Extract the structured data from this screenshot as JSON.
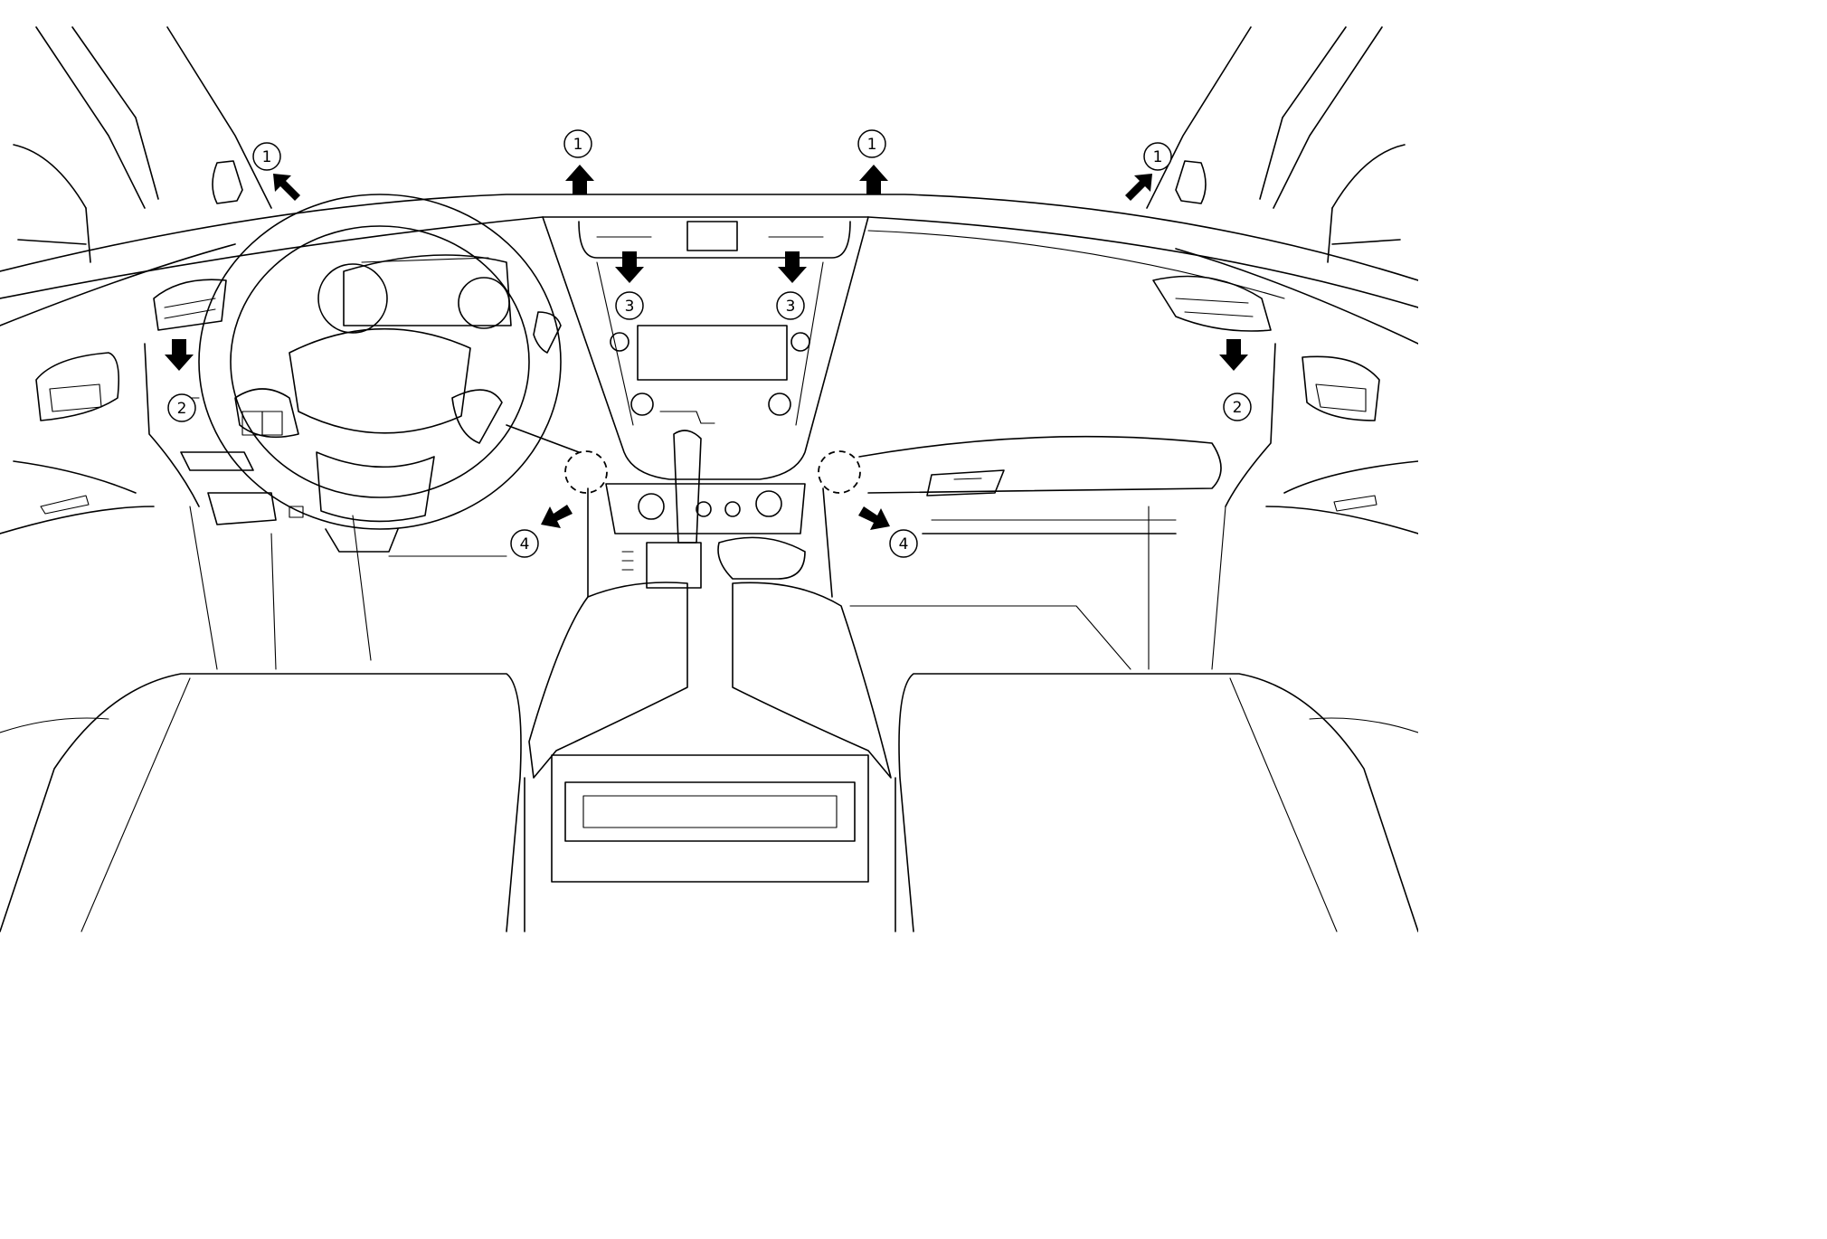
{
  "diagram": {
    "callouts": [
      {
        "id": "vent-side-demister-left",
        "label": "1"
      },
      {
        "id": "vent-defroster-center-left",
        "label": "1"
      },
      {
        "id": "vent-defroster-center-right",
        "label": "1"
      },
      {
        "id": "vent-side-demister-right",
        "label": "1"
      },
      {
        "id": "vent-side-left",
        "label": "2"
      },
      {
        "id": "vent-side-right",
        "label": "2"
      },
      {
        "id": "vent-center-left",
        "label": "3"
      },
      {
        "id": "vent-center-right",
        "label": "3"
      },
      {
        "id": "vent-foot-left",
        "label": "4"
      },
      {
        "id": "vent-foot-right",
        "label": "4"
      }
    ]
  }
}
